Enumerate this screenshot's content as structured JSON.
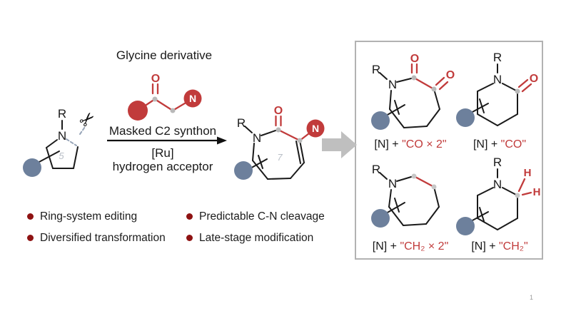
{
  "scheme": {
    "glycine_title": "Glycine derivative",
    "arrow_label_top": "Masked C2 synthon",
    "arrow_label_mid": "[Ru]",
    "arrow_label_bottom": "hydrogen acceptor"
  },
  "icons": {
    "scissors": "✂"
  },
  "reactant": {
    "r_label": "R",
    "n_label": "N",
    "ring_size": "5"
  },
  "glycine": {
    "n_label": "N",
    "o_label": "O"
  },
  "product": {
    "r_label": "R",
    "n_label": "N",
    "o_label": "O",
    "amine_label": "N",
    "ring_size": "7"
  },
  "panel": {
    "structures": [
      {
        "name": "seven-ring-diketone",
        "r": "R",
        "n": "N",
        "o1": "O",
        "o2": "O",
        "caption_black": "[N] + ",
        "caption_red": "\"CO × 2\""
      },
      {
        "name": "six-ring-lactam",
        "r": "R",
        "n": "N",
        "o": "O",
        "caption_black": "[N] + ",
        "caption_red": "\"CO\""
      },
      {
        "name": "seven-ring-azepane",
        "r": "R",
        "n": "N",
        "caption_black": "[N] + ",
        "caption_red": "\"CH₂ × 2\""
      },
      {
        "name": "six-ring-piperidine",
        "r": "R",
        "n": "N",
        "h1": "H",
        "h2": "H",
        "caption_black": "[N] + ",
        "caption_red": "\"CH₂\""
      }
    ]
  },
  "bullets": [
    {
      "label": "Ring-system editing"
    },
    {
      "label": "Diversified transformation"
    },
    {
      "label": "Predictable C-N cleavage"
    },
    {
      "label": "Late-stage modification"
    }
  ],
  "page": {
    "number": "1"
  },
  "colors": {
    "structure_red": "#c13b3b",
    "bullet_red": "#8e1212",
    "slate_ball": "#6d809c",
    "block_arrow_gray": "#bfbfbf",
    "box_border_gray": "#b2b2b2"
  }
}
